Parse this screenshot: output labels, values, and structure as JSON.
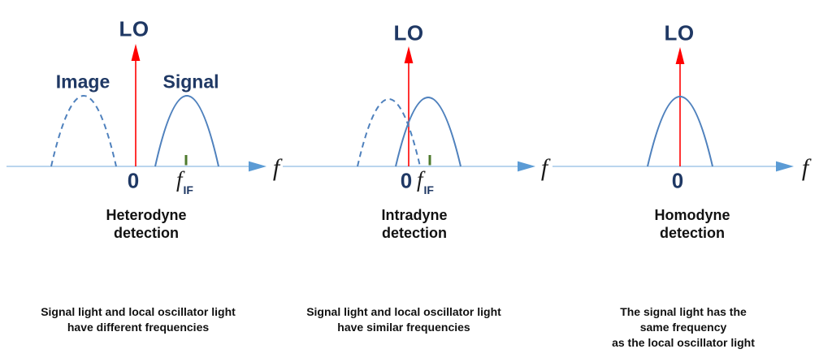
{
  "diagram": {
    "colors": {
      "label_navy": "#1f3864",
      "curve_blue": "#4f81bd",
      "axis_light_blue": "#a3c7e8",
      "axis_arrow_blue": "#5b9bd5",
      "lo_arrow_red": "#ff0000",
      "if_tick_green": "#4e7a2d",
      "text_black": "#111111"
    },
    "panels": [
      {
        "id": "heterodyne",
        "lo_label": "LO",
        "image_label": "Image",
        "signal_label": "Signal",
        "zero_label": "0",
        "if_f": "f",
        "if_sub": "IF",
        "axis_label": "f",
        "title": "Heterodyne\ndetection",
        "caption": "Signal light and local oscillator light\nhave different frequencies"
      },
      {
        "id": "intradyne",
        "lo_label": "LO",
        "zero_label": "0",
        "if_f": "f",
        "if_sub": "IF",
        "axis_label": "f",
        "title": "Intradyne\ndetection",
        "caption": "Signal light and local oscillator light\nhave similar frequencies"
      },
      {
        "id": "homodyne",
        "lo_label": "LO",
        "zero_label": "0",
        "axis_label": "f",
        "title": "Homodyne\ndetection",
        "caption": "The signal light has the same frequency\nas the local oscillator light"
      }
    ]
  }
}
